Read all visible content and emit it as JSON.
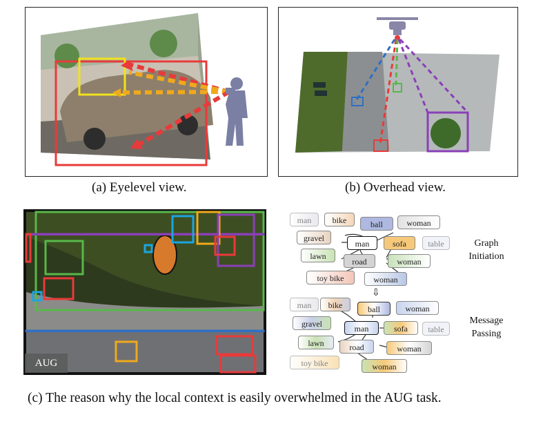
{
  "captions": {
    "a": "(a) Eyelevel view.",
    "b": "(b) Overhead view.",
    "c": "(c) The reason why the local context is easily overwhelmed in the AUG task."
  },
  "aug_label": "AUG",
  "graph_top": {
    "side_label_1": "Graph",
    "side_label_2": "Initiation",
    "nodes": {
      "man_l": "man",
      "bike": "bike",
      "ball": "ball",
      "woman_r": "woman",
      "gravel": "gravel",
      "man": "man",
      "sofa": "sofa",
      "table": "table",
      "lawn": "lawn",
      "road": "road",
      "woman_m": "woman",
      "toy_bike": "toy bike",
      "woman_b": "woman"
    }
  },
  "graph_bottom": {
    "side_label_1": "Message",
    "side_label_2": "Passing",
    "nodes": {
      "man_l": "man",
      "bike": "bike",
      "ball": "ball",
      "woman_r": "woman",
      "gravel": "gravel",
      "man": "man",
      "sofa": "sofa",
      "table": "table",
      "lawn": "lawn",
      "road": "road",
      "woman_m": "woman",
      "toy_bike": "toy bike",
      "woman_b": "woman"
    }
  },
  "colors": {
    "red": "#e83a3a",
    "yellow": "#f2e21a",
    "orange": "#f0a91c",
    "blue": "#2f6fc4",
    "green": "#58b84a",
    "purple": "#8a3fb8",
    "cyan": "#1ba6e0",
    "silhouette": "#7a7fa3"
  }
}
